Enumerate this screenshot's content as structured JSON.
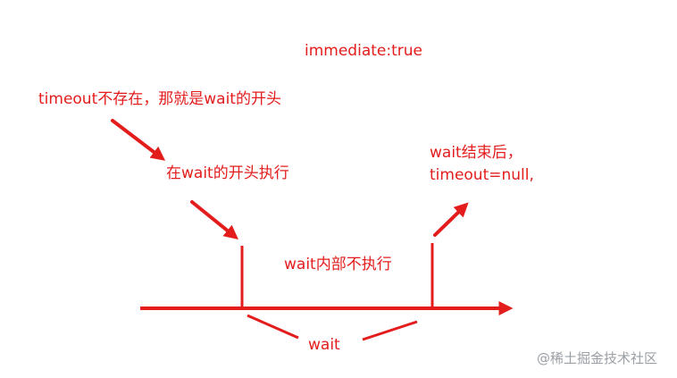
{
  "title": "immediate:true",
  "labels": {
    "timeout_missing": "timeout不存在，那就是wait的开头",
    "run_at_start": "在wait的开头执行",
    "wait_inside": "wait内部不执行",
    "after_wait_line1": "wait结束后，",
    "after_wait_line2": "timeout=null,",
    "wait_span": "wait"
  },
  "watermark": "@稀土掘金技术社区",
  "colors": {
    "accent": "#e31c1c",
    "watermark": "#9aa0a6"
  }
}
